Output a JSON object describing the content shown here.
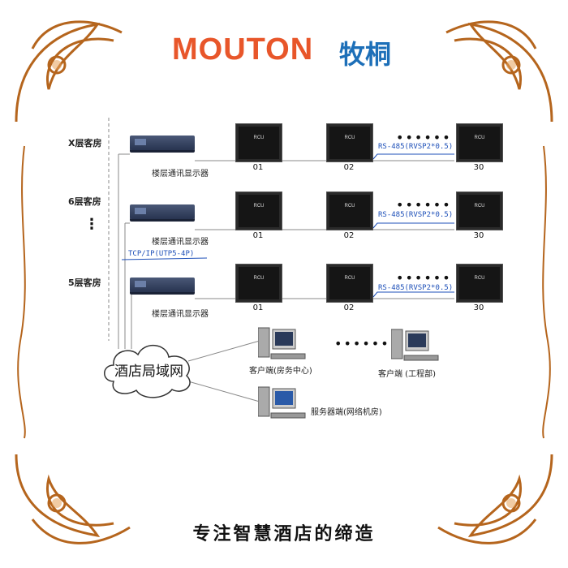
{
  "brand": {
    "logo_en": "MOUTON",
    "logo_cn": "牧桐"
  },
  "floors": [
    {
      "label": "X层客房",
      "switch_label": "楼层通讯显示器",
      "bus_label": "RS-485(RVSP2*0.5)",
      "rooms": [
        "01",
        "02",
        "30"
      ]
    },
    {
      "label": "6层客房",
      "switch_label": "楼层通讯显示器",
      "bus_label": "RS-485(RVSP2*0.5)",
      "rooms": [
        "01",
        "02",
        "30"
      ]
    },
    {
      "label": "5层客房",
      "switch_label": "楼层通讯显示器",
      "bus_label": "RS-485(RVSP2*0.5)",
      "rooms": [
        "01",
        "02",
        "30"
      ]
    }
  ],
  "rcu_text": "RCU",
  "vertical_ellipsis": "⋮",
  "horizontal_ellipsis": "••••••",
  "network": {
    "tcp_label": "TCP/IP(UTP5-4P)",
    "cloud_label": "酒店局域网",
    "clients": [
      {
        "label": "客户端(房务中心)"
      },
      {
        "label": "客户端 (工程部)"
      }
    ],
    "server_label": "服务器端(网络机房)"
  },
  "slogan": "专注智慧酒店的缔造",
  "colors": {
    "logo_en": "#e8562a",
    "logo_cn": "#1d6fb8",
    "bus_line": "#1d4fb8",
    "frame_ornament": "#b5651d"
  }
}
